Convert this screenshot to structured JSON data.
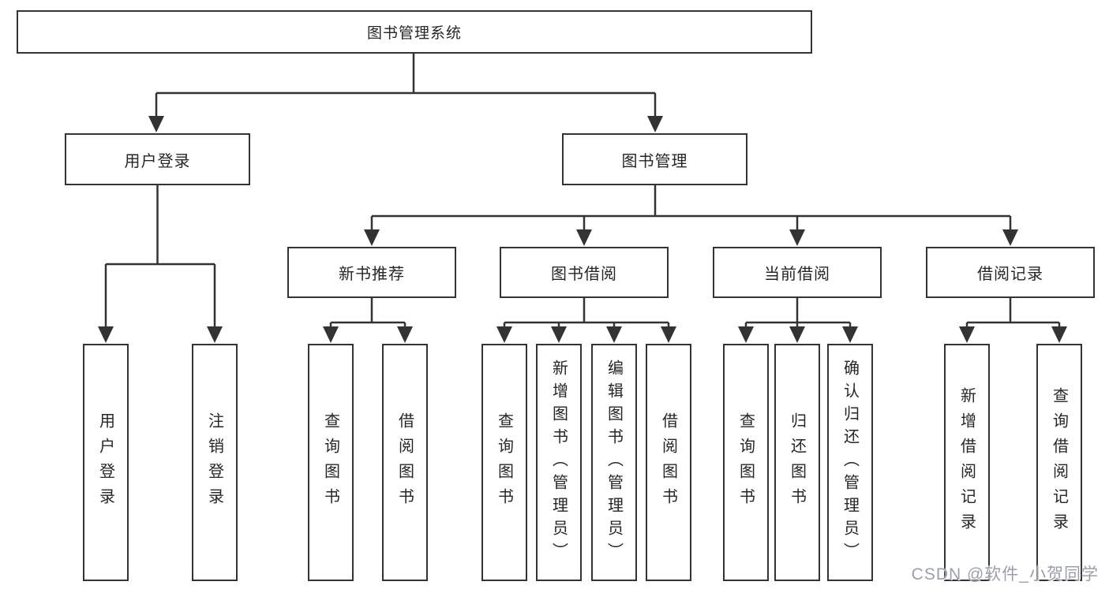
{
  "diagram_type": "tree",
  "nodes": {
    "root": "图书管理系统",
    "userLogin": "用户登录",
    "bookMgmt": "图书管理",
    "newBookRec": "新书推荐",
    "bookBorrow": "图书借阅",
    "currentBorrow": "当前借阅",
    "borrowRecord": "借阅记录",
    "leafUserLogin": "用户登录",
    "leafLogout": "注销登录",
    "leafNbQuery": "查询图书",
    "leafNbBorrow": "借阅图书",
    "leafBbQuery": "查询图书",
    "leafBbAdd": "新增图书（管理员）",
    "leafBbEdit": "编辑图书（管理员）",
    "leafBbBorrow": "借阅图书",
    "leafCbQuery": "查询图书",
    "leafCbReturn": "归还图书",
    "leafCbConfirm": "确认归还（管理员）",
    "leafBrAdd": "新增借阅记录",
    "leafBrQuery": "查询借阅记录"
  },
  "hierarchy": {
    "图书管理系统": {
      "用户登录": [
        "用户登录",
        "注销登录"
      ],
      "图书管理": {
        "新书推荐": [
          "查询图书",
          "借阅图书"
        ],
        "图书借阅": [
          "查询图书",
          "新增图书（管理员）",
          "编辑图书（管理员）",
          "借阅图书"
        ],
        "当前借阅": [
          "查询图书",
          "归还图书",
          "确认归还（管理员）"
        ],
        "借阅记录": [
          "新增借阅记录",
          "查询借阅记录"
        ]
      }
    }
  },
  "watermark": {
    "text": "CSDN @软件_小贺同学",
    "color": "#9aa0a6"
  },
  "colors": {
    "background": "#ffffff",
    "line": "#333333",
    "box_border": "#333333",
    "box_fill": "#ffffff",
    "text": "#262626"
  }
}
